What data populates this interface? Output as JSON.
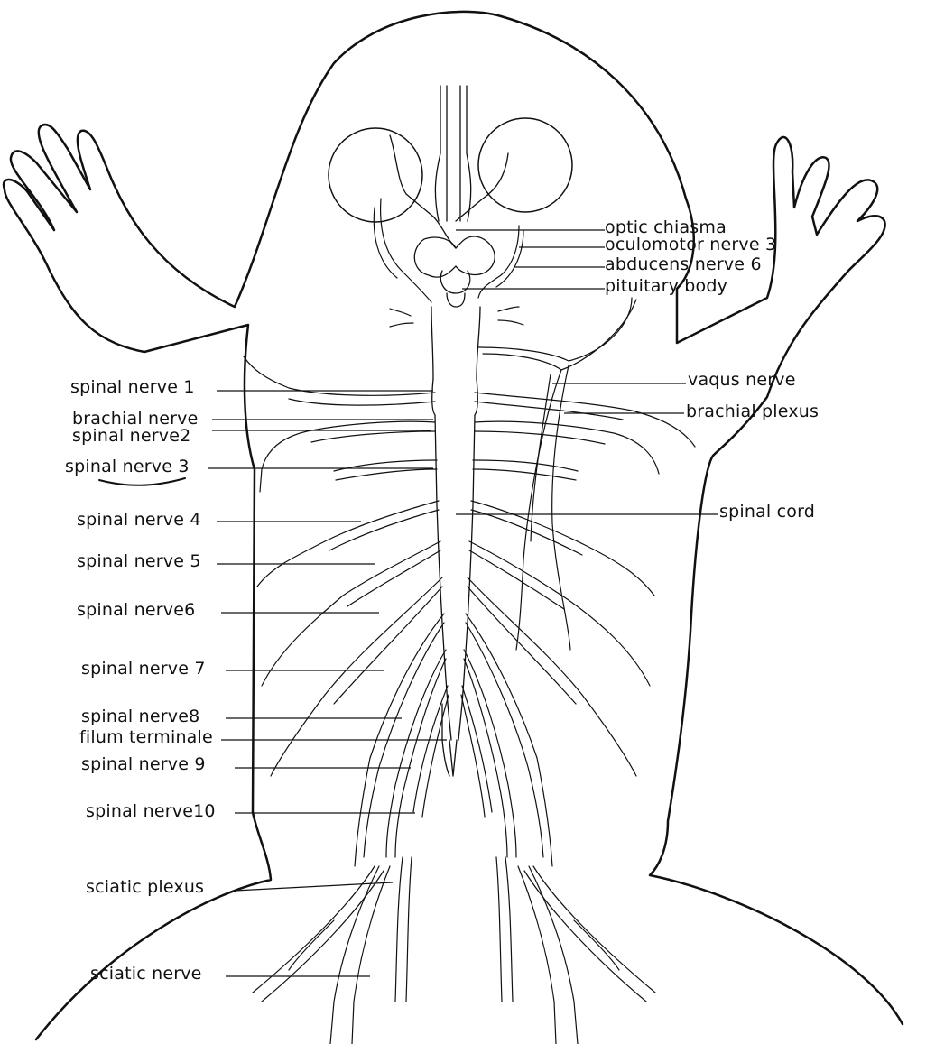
{
  "figure": {
    "labels": {
      "optic_chiasma": "optic chiasma",
      "oculomotor_nerve": "oculomotor nerve 3",
      "abducens_nerve": "abducens nerve 6",
      "pituitary_body": "pituitary body",
      "vagus_nerve": "vaqus nerve",
      "brachial_plexus": "brachial plexus",
      "spinal_cord": "spinal cord",
      "spinal_nerve_1": "spinal nerve 1",
      "brachial_nerve": "brachial nerve",
      "spinal_nerve_2": "spinal nerve2",
      "spinal_nerve_3": "spinal nerve 3",
      "spinal_nerve_4": "spinal nerve 4",
      "spinal_nerve_5": "spinal nerve 5",
      "spinal_nerve_6": "spinal nerve6",
      "spinal_nerve_7": "spinal nerve 7",
      "spinal_nerve_8": "spinal nerve8",
      "filum_terminale": "filum terminale",
      "spinal_nerve_9": "spinal nerve 9",
      "spinal_nerve_10": "spinal nerve10",
      "sciatic_plexus": "sciatic plexus",
      "sciatic_nerve": "sciatic nerve"
    },
    "colors": {
      "ink": "#111111",
      "paper": "#ffffff"
    }
  }
}
